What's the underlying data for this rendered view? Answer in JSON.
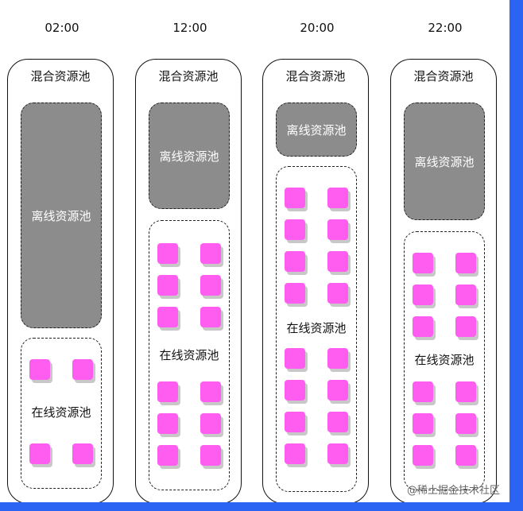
{
  "columns": [
    {
      "time": "02:00",
      "mixed_pool_label": "混合资源池",
      "offline_pool_label": "离线资源池",
      "online_pool_label": "在线资源池"
    },
    {
      "time": "12:00",
      "mixed_pool_label": "混合资源池",
      "offline_pool_label": "离线资源池",
      "online_pool_label": "在线资源池"
    },
    {
      "time": "20:00",
      "mixed_pool_label": "混合资源池",
      "offline_pool_label": "离线资源池",
      "online_pool_label": "在线资源池"
    },
    {
      "time": "22:00",
      "mixed_pool_label": "混合资源池",
      "offline_pool_label": "离线资源池",
      "online_pool_label": "在线资源池"
    }
  ],
  "credit": "@稀土掘金技术社区",
  "colors": {
    "background": "#2b63f2",
    "offline_pool": "#8c8c8c",
    "online_node": "#ff5cf0"
  }
}
